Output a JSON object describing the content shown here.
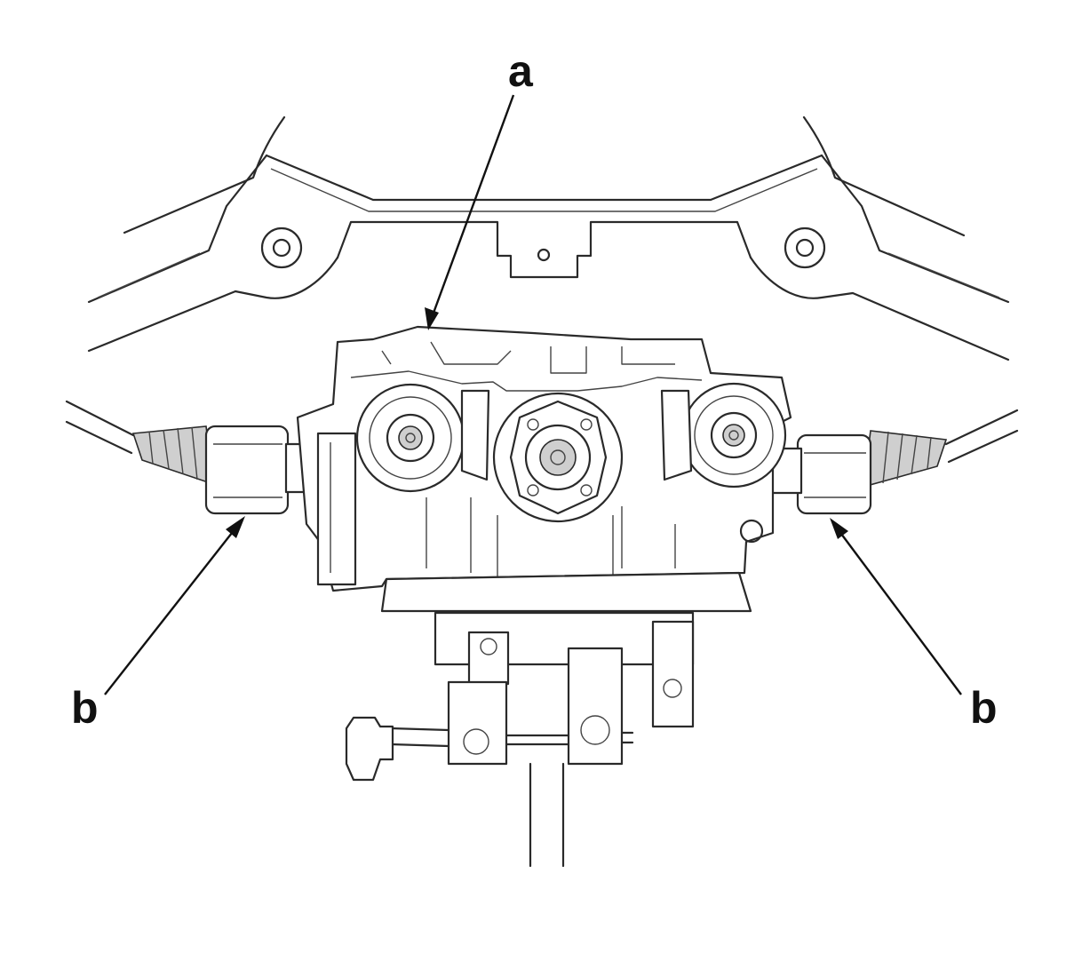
{
  "callouts": {
    "a": "a",
    "b_left": "b",
    "b_right": "b"
  }
}
